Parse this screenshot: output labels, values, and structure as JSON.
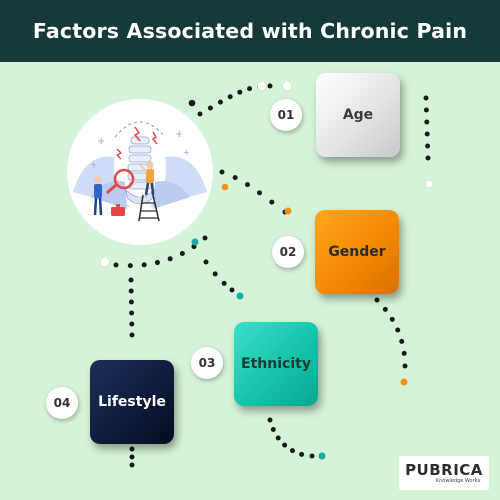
{
  "header": {
    "title": "Factors Associated with Chronic Pain"
  },
  "factors": [
    {
      "number": "01",
      "label": "Age"
    },
    {
      "number": "02",
      "label": "Gender"
    },
    {
      "number": "03",
      "label": "Ethnicity"
    },
    {
      "number": "04",
      "label": "Lifestyle"
    }
  ],
  "logo": {
    "wordmark": "PUBRICA",
    "tagline": "Knowledge Works"
  },
  "colors": {
    "background": "#d4f3d8",
    "header": "#163a38",
    "age_card": "#e4e4e4",
    "gender_card": "#f28a00",
    "ethnicity_card": "#14c4aa",
    "lifestyle_card": "#0e1a38",
    "dot_dark": "#1a1a1a",
    "dot_orange": "#f4901e",
    "dot_teal": "#1fa9a4"
  },
  "illustration": {
    "icon": "spine-checkup-illustration"
  }
}
